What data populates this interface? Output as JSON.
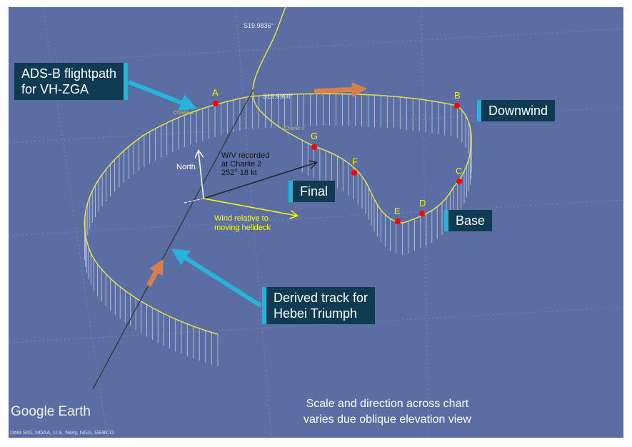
{
  "callouts": {
    "flightpath": [
      "ADS-B flightpath",
      "for VH-ZGA"
    ],
    "downwind": "Downwind",
    "final": "Final",
    "base": "Base",
    "derived": [
      "Derived track for",
      "Hebei Triumph"
    ]
  },
  "points": [
    "A",
    "B",
    "C",
    "D",
    "E",
    "F",
    "G"
  ],
  "coords": [
    "S19.9836°",
    "S19.9908°"
  ],
  "waypoints": [
    "Charlie 1",
    "Charlie 2"
  ],
  "wind": {
    "north": "North",
    "wv": [
      "W/V recorded",
      "at Charlie 2",
      "252° 18 kt"
    ],
    "relative": [
      "Wind relative to",
      "moving helideck"
    ]
  },
  "brand": "Google Earth",
  "credit": "Data SIO, NOAA, U.S. Navy, NGA, GEBCO",
  "scale_note": [
    "Scale and direction across chart",
    "varies due oblique elevation view"
  ],
  "colors": {
    "path": "#e6e04a",
    "callout": "#0f3b52",
    "accent": "#27b4dc",
    "marker": "#ff0000",
    "arrow": "#d9804a"
  }
}
